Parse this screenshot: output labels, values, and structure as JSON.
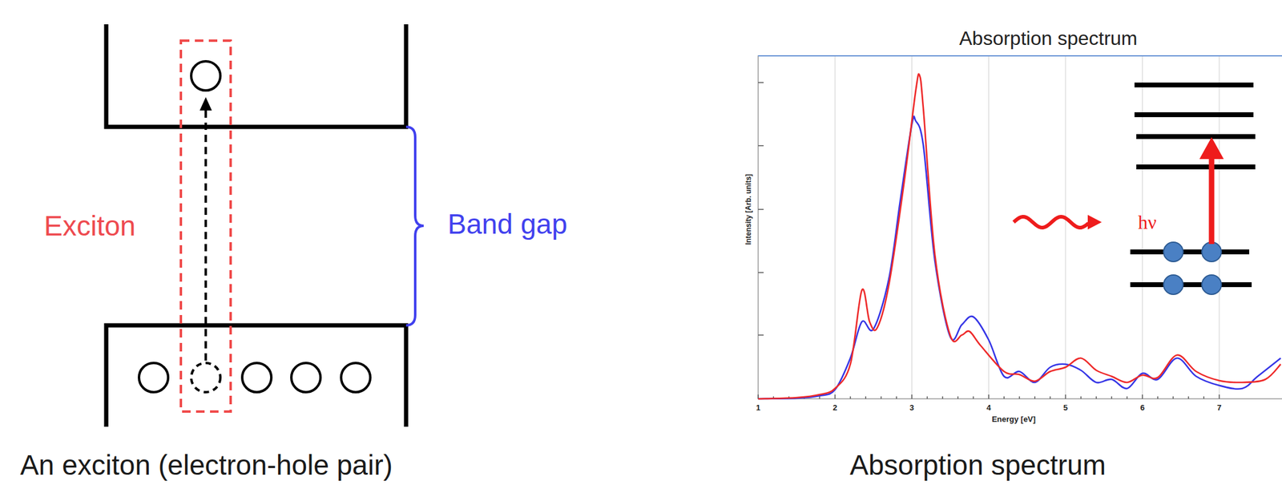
{
  "diagram": {
    "labels": [
      "Exciton",
      "Band gap",
      "An exciton (electron-hole pair)",
      "Absorption spectrum",
      "Intensity [Arb. units]",
      "1",
      "2",
      "3",
      "4",
      "5",
      "6",
      "7",
      "Energy [eV]",
      "hν",
      "Absorption spectrum"
    ]
  }
}
